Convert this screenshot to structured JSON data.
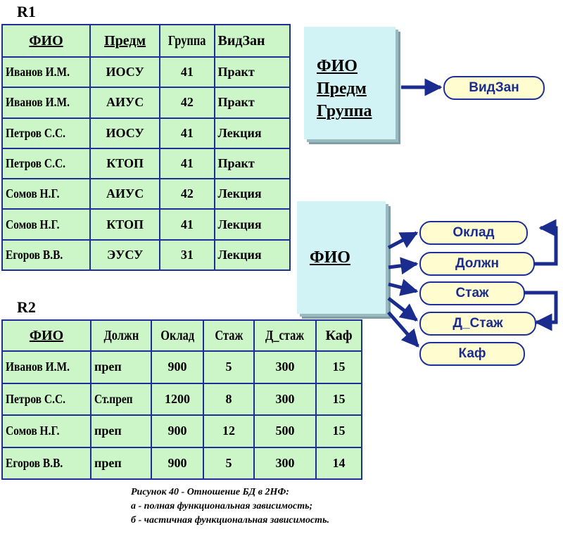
{
  "r1": {
    "title": "R1",
    "headers": [
      "ФИО",
      "Предм",
      "Группа",
      "ВидЗан"
    ],
    "rows": [
      [
        "Иванов И.М.",
        "ИОСУ",
        "41",
        "Практ"
      ],
      [
        "Иванов И.М.",
        "АИУС",
        "42",
        "Практ"
      ],
      [
        "Петров С.С.",
        "ИОСУ",
        "41",
        "Лекция"
      ],
      [
        "Петров С.С.",
        "КТОП",
        "41",
        "Практ"
      ],
      [
        "Сомов Н.Г.",
        "АИУС",
        "42",
        "Лекция"
      ],
      [
        "Сомов Н.Г.",
        "КТОП",
        "41",
        "Лекция"
      ],
      [
        "Егоров В.В.",
        "ЭУСУ",
        "31",
        "Лекция"
      ]
    ]
  },
  "r2": {
    "title": "R2",
    "headers": [
      "ФИО",
      "Должн",
      "Оклад",
      "Стаж",
      "Д_стаж",
      "Каф"
    ],
    "rows": [
      [
        "Иванов И.М.",
        "преп",
        "900",
        "5",
        "300",
        "15"
      ],
      [
        "Петров С.С.",
        "Ст.преп",
        "1200",
        "8",
        "300",
        "15"
      ],
      [
        "Сомов Н.Г.",
        "преп",
        "900",
        "12",
        "500",
        "15"
      ],
      [
        "Егоров В.В.",
        "преп",
        "900",
        "5",
        "300",
        "14"
      ]
    ]
  },
  "diagram1": {
    "key": [
      "ФИО",
      "Предм",
      "Группа"
    ],
    "dependents": [
      "ВидЗан"
    ]
  },
  "diagram2": {
    "key": [
      "ФИО"
    ],
    "dependents": [
      "Оклад",
      "Должн",
      "Стаж",
      "Д_Стаж",
      "Каф"
    ]
  },
  "caption": {
    "line1": "Рисунок 40 - Отношение БД в 2НФ:",
    "line2": "а - полная функциональная зависимость;",
    "line3": "б - частичная функциональная зависимость."
  },
  "colors": {
    "table_fill": "#ccf5c8",
    "table_border": "#1e2f99",
    "key_box": "#d2f3f6",
    "pill_fill": "#fffdd0",
    "arrow": "#1a2d8f"
  }
}
